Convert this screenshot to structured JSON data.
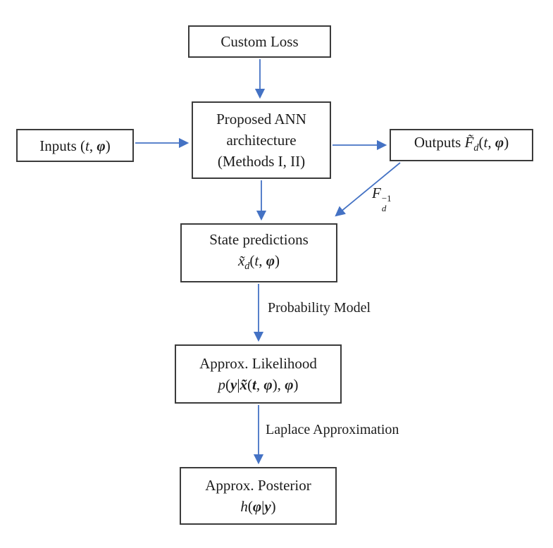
{
  "colors": {
    "accent_arrow_blue": "#4472C4",
    "box_border": "#3b3b3b",
    "text": "#1c1c1c",
    "background": "#ffffff"
  },
  "diagram": {
    "nodes": {
      "custom_loss": {
        "label": "Custom Loss"
      },
      "ann": {
        "label_html": "Proposed ANN<br>architecture<br>(Methods I, II)"
      },
      "inputs": {
        "label_html": "Inputs (<i>t</i>, <b><i>φ</i></b>)"
      },
      "outputs": {
        "label_html": "Outputs <i>F̃</i><sub><i>d</i></sub>(<i>t</i>, <b><i>φ</i></b>)"
      },
      "state_predictions": {
        "title": "State predictions",
        "formula_html": "<i>x̃</i><sub><i>d</i></sub>(<i>t</i>, <b><i>φ</i></b>)"
      },
      "approx_likelihood": {
        "title": "Approx. Likelihood",
        "formula_html": "<i>p</i>(<b><i>y</i></b>|<b><i>x̃</i></b>(<b><i>t</i></b>, <b><i>φ</i></b>), <b><i>φ</i></b>)"
      },
      "approx_posterior": {
        "title": "Approx. Posterior",
        "formula_html": "<i>h</i>(<b><i>φ</i></b>|<b><i>y</i></b>)"
      }
    },
    "edge_labels": {
      "f_inverse_html": "<i>F</i><span class=\"msubsup\"><sup>−1</sup><sub><i>d</i></sub></span>",
      "probability_model": "Probability Model",
      "laplace_approximation": "Laplace Approximation"
    }
  }
}
